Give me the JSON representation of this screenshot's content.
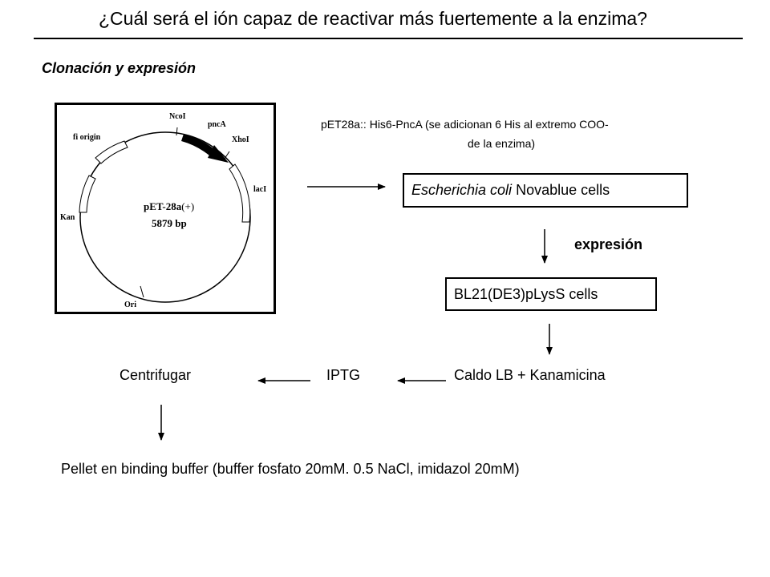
{
  "title": "¿Cuál será el ión capaz de reactivar más fuertemente a la enzima?",
  "subtitle": "Clonación y expresión",
  "plasmid": {
    "name": "pET-28a",
    "name_suffix": "(+)",
    "size": "5879 bp",
    "labels": {
      "ncoi": "NcoI",
      "pnca": "pncA",
      "xhoi": "XhoI",
      "laci": "lacI",
      "fi_origin": "fi origin",
      "kan": "Kan",
      "ori": "Ori"
    }
  },
  "construct": {
    "line1": "pET28a:: His6-PncA (se adicionan 6 His al extremo COO-",
    "line2": "de la enzima)"
  },
  "ecoli_box": {
    "italic": "Escherichia coli",
    "text": " Novablue cells"
  },
  "expresion_label": "expresión",
  "bl21_box": "BL21(DE3)pLysS cells",
  "caldo": "Caldo LB + Kanamicina",
  "iptg": "IPTG",
  "centrifugar": "Centrifugar",
  "pellet": "Pellet en binding buffer (buffer fosfato 20mM. 0.5 NaCl, imidazol 20mM)"
}
